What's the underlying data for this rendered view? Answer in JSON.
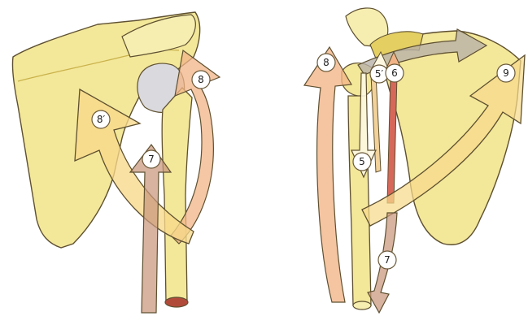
{
  "figure": {
    "left_panel": {
      "labels": {
        "l8": "8",
        "l8p": "8′",
        "l7": "7"
      }
    },
    "right_panel": {
      "labels": {
        "l8": "8",
        "l5p": "5′",
        "l6": "6",
        "l9": "9",
        "l5": "5",
        "l7": "7"
      }
    }
  },
  "colors": {
    "bone": "#f3e79a",
    "bone_shade": "#e4cf62",
    "outline": "#5e5030",
    "arrow_yellow": "#f7d98a",
    "arrow_orange": "#f2b487",
    "arrow_brown": "#c8967c",
    "arrow_gray": "#b7b0a8",
    "head_gray": "#d9d9de"
  }
}
